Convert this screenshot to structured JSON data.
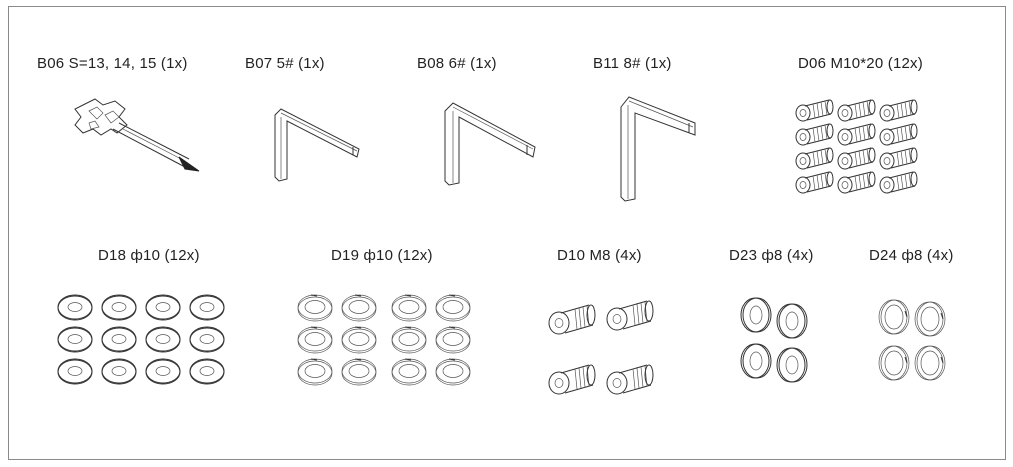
{
  "parts": [
    {
      "id": "B06",
      "label": "B06 S=13, 14, 15 (1x)"
    },
    {
      "id": "B07",
      "label": "B07 5# (1x)"
    },
    {
      "id": "B08",
      "label": "B08 6# (1x)"
    },
    {
      "id": "B11",
      "label": "B11 8# (1x)"
    },
    {
      "id": "D06",
      "label": "D06 M10*20 (12x)"
    },
    {
      "id": "D18",
      "label": "D18 ф10 (12x)"
    },
    {
      "id": "D19",
      "label": "D19 ф10 (12x)"
    },
    {
      "id": "D10",
      "label": "D10 M8 (4x)"
    },
    {
      "id": "D23",
      "label": "D23 ф8 (4x)"
    },
    {
      "id": "D24",
      "label": "D24 ф8 (4x)"
    }
  ],
  "icons": {
    "B06": "multi-socket-wrench-icon",
    "B07": "hex-key-5-icon",
    "B08": "hex-key-6-icon",
    "B11": "hex-key-8-icon",
    "D06": "socket-cap-screw-m10-icon",
    "D18": "flat-washer-10-icon",
    "D19": "spring-washer-10-icon",
    "D10": "socket-cap-screw-m8-icon",
    "D23": "flat-washer-8-icon",
    "D24": "spring-washer-8-icon"
  }
}
